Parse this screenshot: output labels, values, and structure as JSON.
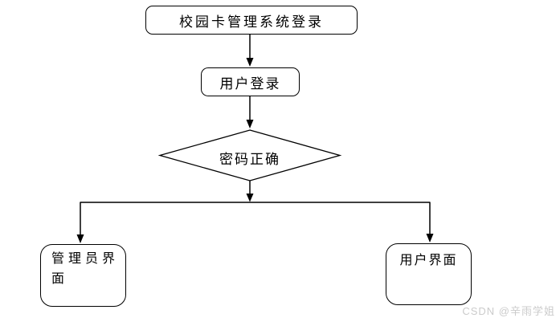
{
  "diagram": {
    "title_node": {
      "label": "校园卡管理系统登录"
    },
    "login_node": {
      "label": "用户登录"
    },
    "decision_node": {
      "label": "密码正确"
    },
    "admin_node": {
      "label": "管理员界面"
    },
    "user_node": {
      "label": "用户界面"
    },
    "watermark": "CSDN @辛雨学姐",
    "colors": {
      "line": "#000000",
      "node_fill": "#ffffff",
      "background": "#ffffff",
      "watermark_text": "#cbcbcb"
    }
  }
}
